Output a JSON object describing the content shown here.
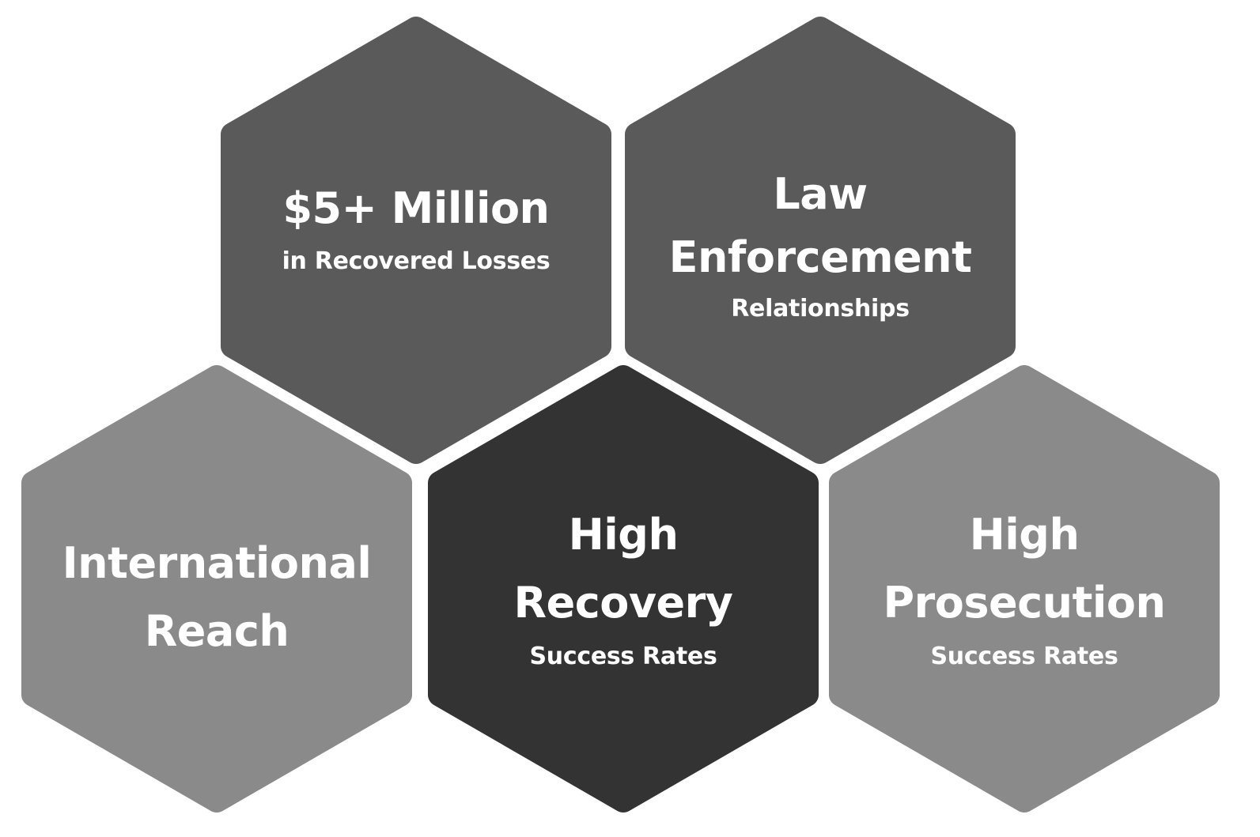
{
  "colors": {
    "top_hex": "#5a5a5a",
    "side_hex": "#8a8a8a",
    "center_hex": "#333333",
    "text": "#ffffff",
    "background": "#ffffff"
  },
  "hexagons": [
    {
      "id": "recovered-losses",
      "line1": "$5+ Million",
      "line2": "",
      "sub": "in Recovered Losses"
    },
    {
      "id": "law-enforcement",
      "line1": "Law",
      "line2": "Enforcement",
      "sub": "Relationships"
    },
    {
      "id": "international-reach",
      "line1": "International",
      "line2": "Reach",
      "sub": ""
    },
    {
      "id": "high-recovery",
      "line1": "High",
      "line2": "Recovery",
      "sub": "Success Rates"
    },
    {
      "id": "high-prosecution",
      "line1": "High",
      "line2": "Prosecution",
      "sub": "Success Rates"
    }
  ]
}
